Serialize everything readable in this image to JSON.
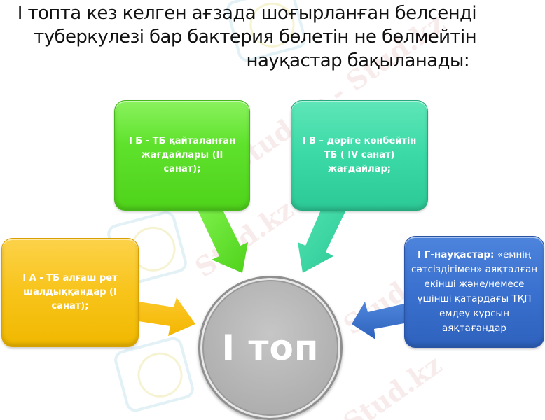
{
  "slide": {
    "title_lines": [
      "І топта кез келген ағзада шоғырланған белсенді",
      "туберкулезі бар бактерия бөлетін не бөлмейтін",
      "науқастар бақыланады:"
    ]
  },
  "diagram": {
    "center": {
      "label": "І топ",
      "color": "#b4b4b4"
    },
    "nodes": [
      {
        "id": "ia",
        "text": "І А - ТБ алғаш рет шалдыққандар (І санат);",
        "color": "#f8c41a",
        "position": "left"
      },
      {
        "id": "ib",
        "text": "І Б - ТБ қайталанған жағдайлары (ІІ санат);",
        "color": "#5fe22c",
        "position": "top-left"
      },
      {
        "id": "iv",
        "text": "І В – дәріге көнбейтін ТБ ( ІV санат) жағдайлар;",
        "color": "#3ad9a6",
        "position": "top-right"
      },
      {
        "id": "ig",
        "bold_prefix": "І Г-науқастар:",
        "text": " «емнің сәтсіздігімен» аяқталған екінші және/немесе үшінші қатардағы ТҚП емдеу курсын аяқтағандар",
        "color": "#3a70cf",
        "position": "right"
      }
    ]
  },
  "watermark": {
    "text": "Stud.kz",
    "text_alt": "Stud.kz - Stud.kz"
  }
}
